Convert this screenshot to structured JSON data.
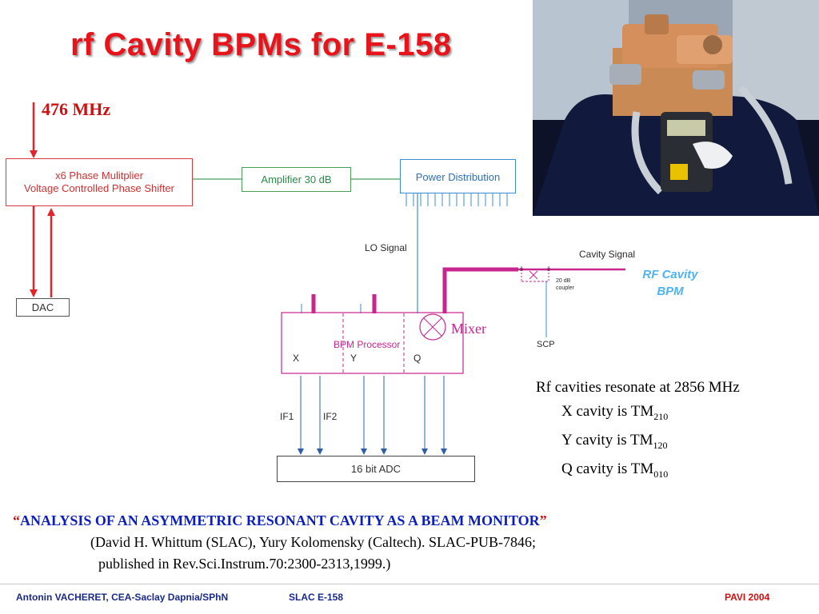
{
  "title": "rf Cavity BPMs for E-158",
  "frequency_label": "476 MHz",
  "diagram": {
    "phase_box_line1": "x6 Phase Mulitplier",
    "phase_box_line2": "Voltage Controlled Phase Shifter",
    "amplifier": "Amplifier 30 dB",
    "power_distribution": "Power Distribution",
    "dac": "DAC",
    "lo_signal": "LO Signal",
    "cavity_signal": "Cavity Signal",
    "coupler_line1": "20 dB",
    "coupler_line2": "coupler",
    "rf_cavity_line1": "RF Cavity",
    "rf_cavity_line2": "BPM",
    "mixer": "Mixer",
    "bpm_processor": "BPM Processor",
    "channel_x": "X",
    "channel_y": "Y",
    "channel_q": "Q",
    "scp": "SCP",
    "if1": "IF1",
    "if2": "IF2",
    "adc": "16 bit ADC"
  },
  "notes": {
    "line1": "Rf cavities resonate at 2856 MHz",
    "x_prefix": "X cavity is TM",
    "x_mode": "210",
    "y_prefix": "Y cavity is TM",
    "y_mode": "120",
    "q_prefix": "Q cavity is TM",
    "q_mode": "010"
  },
  "reference": {
    "open_quote": "“",
    "title": "ANALYSIS OF AN ASYMMETRIC RESONANT CAVITY AS A BEAM MONITOR",
    "close_quote": "”",
    "authors": "(David H. Whittum (SLAC), Yury Kolomensky (Caltech). SLAC-PUB-7846;",
    "published": "published in Rev.Sci.Instrum.70:2300-2313,1999.)"
  },
  "footer": {
    "author": "Antonin VACHERET,  CEA-Saclay  Dapnia/SPhN",
    "experiment": "SLAC E-158",
    "conference": "PAVI 2004"
  },
  "colors": {
    "title": "#e8141b",
    "accent_red": "#d8383c",
    "amplifier_green": "#3aa05a",
    "power_blue": "#3c8ed6",
    "magenta": "#c8268e",
    "signal_blue": "#2c5fa8",
    "rf_label": "#4fb3f0",
    "footer_blue": "#1a2a8a"
  }
}
